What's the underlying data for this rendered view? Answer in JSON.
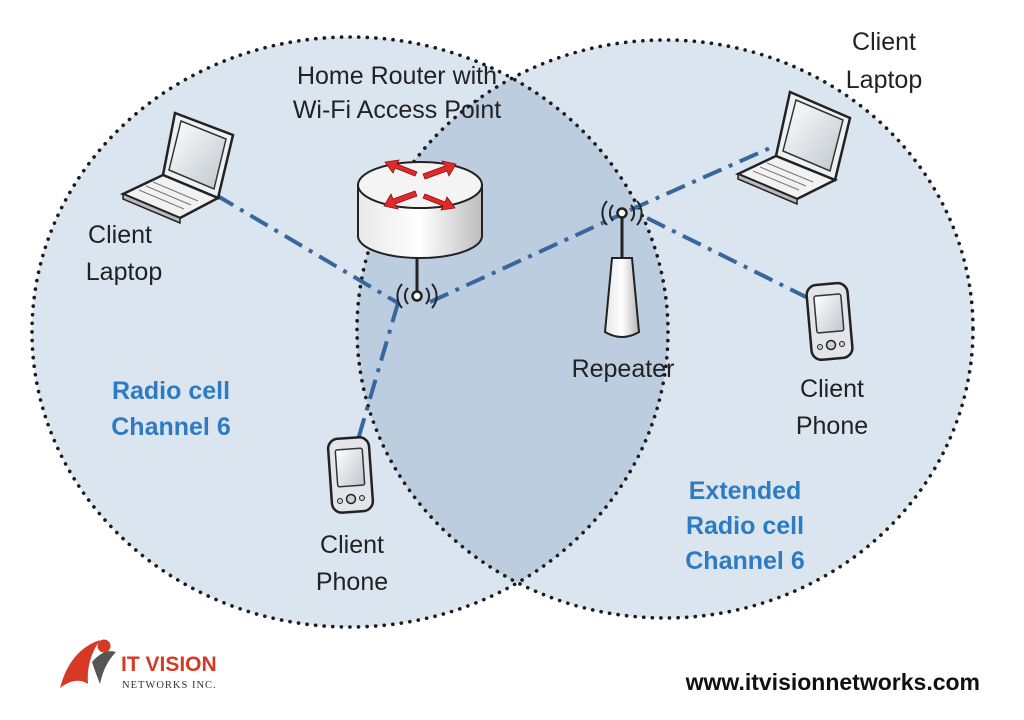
{
  "colors": {
    "cell_fill": "#dbe5ef",
    "overlap_fill": "#bccde0",
    "link_color": "#37679d",
    "cell_label_color": "#2e7bc2",
    "router_arrow_color": "#e0292a",
    "logo_red": "#d63a26"
  },
  "router": {
    "label_line1": "Home Router with",
    "label_line2": "Wi-Fi Access Point",
    "icon": "router-icon"
  },
  "repeater": {
    "label": "Repeater",
    "icon": "repeater-icon"
  },
  "clients": {
    "left_laptop": {
      "line1": "Client",
      "line2": "Laptop",
      "icon": "laptop-icon"
    },
    "right_laptop": {
      "line1": "Client",
      "line2": "Laptop",
      "icon": "laptop-icon"
    },
    "bottom_phone": {
      "line1": "Client",
      "line2": "Phone",
      "icon": "phone-icon"
    },
    "right_phone": {
      "line1": "Client",
      "line2": "Phone",
      "icon": "phone-icon"
    }
  },
  "cells": {
    "primary": {
      "line1": "Radio cell",
      "line2": "Channel 6"
    },
    "extended": {
      "line1": "Extended",
      "line2": "Radio cell",
      "line3": "Channel 6"
    }
  },
  "logo": {
    "name": "IT VISION",
    "sub": "NETWORKS INC.",
    "icon": "runner-logo-icon"
  },
  "website": "www.itvisionnetworks.com"
}
